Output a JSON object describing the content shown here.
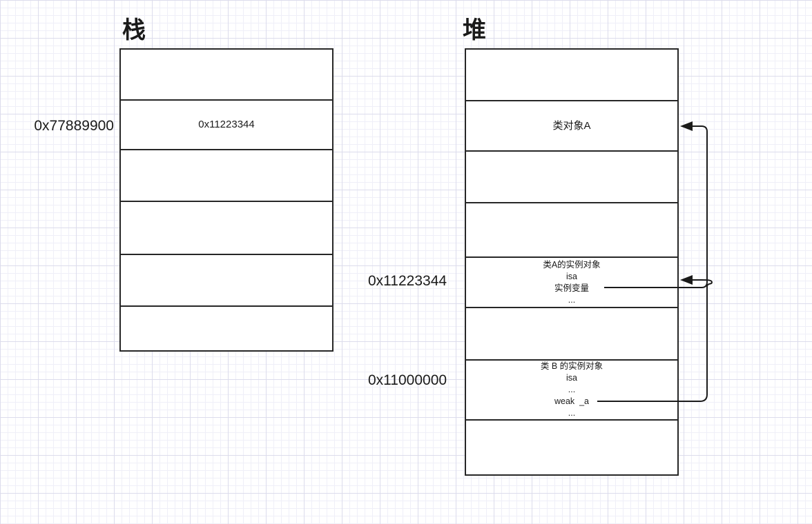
{
  "stack": {
    "title": "栈",
    "address_label": "0x77889900",
    "rows": [
      "",
      "0x11223344",
      "",
      "",
      "",
      ""
    ]
  },
  "heap": {
    "title": "堆",
    "rows": [
      {
        "lines": []
      },
      {
        "lines": [
          "类对象A"
        ]
      },
      {
        "lines": []
      },
      {
        "lines": []
      },
      {
        "address": "0x11223344",
        "lines": [
          "类A的实例对象",
          "isa",
          "实例变量",
          "..."
        ]
      },
      {
        "lines": []
      },
      {
        "address": "0x11000000",
        "lines": [
          "类 B 的实例对象",
          "isa",
          "...",
          "weak  _a",
          "..."
        ]
      },
      {
        "lines": []
      }
    ]
  },
  "arrows": [
    {
      "from": "实例变量",
      "to": "类对象A"
    },
    {
      "from": "weak  _a",
      "to": "类A的实例对象"
    }
  ],
  "colors": {
    "shape_stroke": "#262626",
    "text": "#1a1a1a",
    "grid_minor": "#efeff8",
    "grid_major": "#dcdcec",
    "canvas": "#ffffff"
  }
}
